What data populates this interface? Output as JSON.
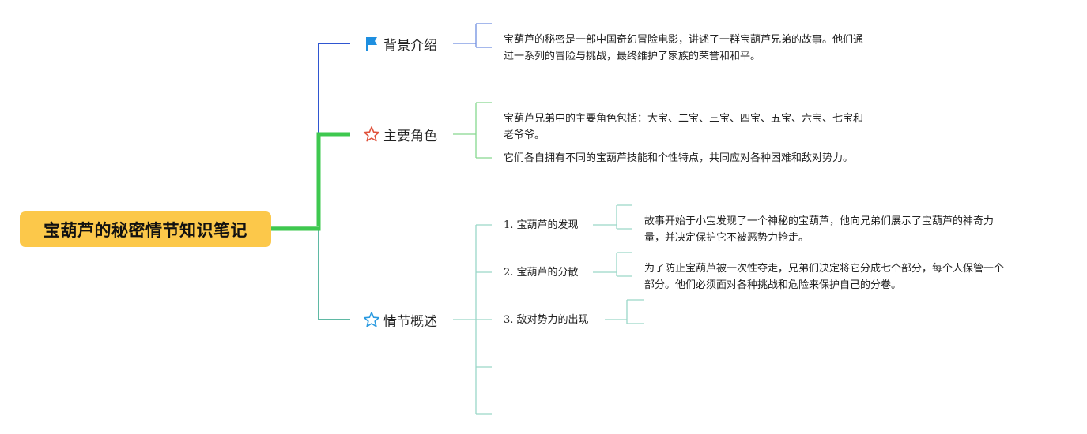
{
  "root": {
    "title": "宝葫芦的秘密情节知识笔记"
  },
  "branches": [
    {
      "label": "背景介绍",
      "icon": "blue-flag-icon",
      "lines": [
        "宝葫芦的秘密是一部中国奇幻冒险电影，讲述了一群宝葫芦兄弟的故事。他们通",
        "过一系列的冒险与挑战，最终维护了家族的荣誉和和平。"
      ]
    },
    {
      "label": "主要角色",
      "icon": "red-star-outline-icon",
      "paragraphs": [
        [
          "宝葫芦兄弟中的主要角色包括：大宝、二宝、三宝、四宝、五宝、六宝、七宝和",
          "老爷爷。"
        ],
        [
          "它们各自拥有不同的宝葫芦技能和个性特点，共同应对各种困难和敌对势力。"
        ]
      ]
    },
    {
      "label": "情节概述",
      "icon": "blue-star-outline-icon",
      "items": [
        {
          "label": "1. 宝葫芦的发现",
          "lines": [
            "故事开始于小宝发现了一个神秘的宝葫芦，他向兄弟们展示了宝葫芦的神奇力",
            "量，并决定保护它不被恶势力抢走。"
          ]
        },
        {
          "label": "2. 宝葫芦的分散",
          "lines": [
            "为了防止宝葫芦被一次性夺走，兄弟们决定将它分成七个部分，每个人保管一个",
            "部分。他们必须面对各种挑战和危险来保护自己的分卷。"
          ]
        },
        {
          "label": "3. 敌对势力的出现",
          "lines": []
        }
      ]
    }
  ],
  "colors": {
    "root_bg": "#fcc84a",
    "branch1_line": "#2f56d1",
    "branch1_leaf_line": "#6f8ee0",
    "branch2_line": "#3ec84f",
    "branch2_leaf_line": "#86d88f",
    "branch3_line": "#5fb9a4",
    "branch3_leaf_line": "#9ad7c8",
    "flag_blue": "#1e8fe0",
    "star_red": "#e0533d",
    "star_blue": "#2a9ae0"
  }
}
